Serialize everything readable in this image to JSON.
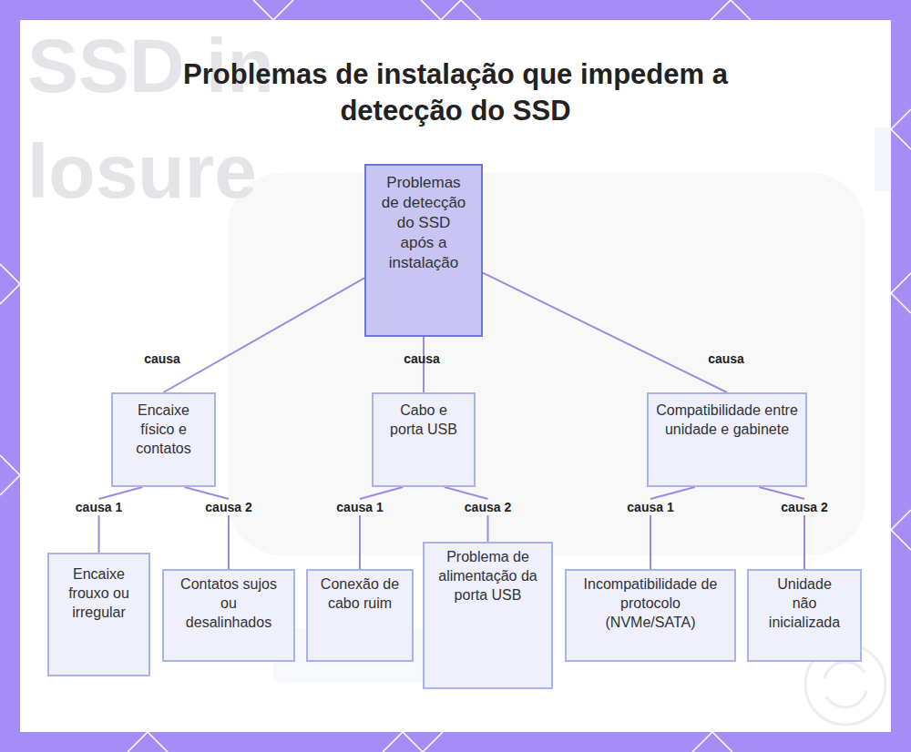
{
  "diagram": {
    "title": "Problemas de instalação que impedem a detecção do SSD",
    "nodes": [
      {
        "text": [
          "Problemas de detecção do SSD após a instalação"
        ]
      },
      {
        "text": [
          "Encaixe físico e contatos"
        ]
      },
      {
        "text": [
          "Cabo e porta USB"
        ]
      },
      {
        "text": [
          "Compatibilidade entre unidade e gabinete"
        ]
      },
      {
        "text": [
          "Encaixe frouxo ou irregular"
        ]
      },
      {
        "text": [
          "Contatos sujos ou desalinhados"
        ]
      },
      {
        "text": [
          "Conexão de cabo ruim"
        ]
      },
      {
        "text": [
          "Problema de alimentação da porta USB"
        ]
      },
      {
        "text": [
          "Incompatibilidade de protocolo (NVMe/SATA)"
        ]
      },
      {
        "text": [
          "Unidade não inicializada"
        ]
      }
    ],
    "edges": [
      {
        "from": 0,
        "to": 1,
        "label": "causa",
        "arrow": "none"
      },
      {
        "from": 0,
        "to": 2,
        "label": "causa",
        "arrow": "none"
      },
      {
        "from": 0,
        "to": 3,
        "label": "causa",
        "arrow": "none"
      },
      {
        "from": 1,
        "to": 4,
        "label": "causa 1",
        "arrow": "none"
      },
      {
        "from": 1,
        "to": 5,
        "label": "causa 2",
        "arrow": "none"
      },
      {
        "from": 2,
        "to": 6,
        "label": "causa 1",
        "arrow": "none"
      },
      {
        "from": 2,
        "to": 7,
        "label": "causa 2",
        "arrow": "none"
      },
      {
        "from": 3,
        "to": 8,
        "label": "causa 1",
        "arrow": "none"
      },
      {
        "from": 3,
        "to": 9,
        "label": "causa 2",
        "arrow": "none"
      }
    ],
    "labels": [
      "SSD in",
      "losure"
    ]
  }
}
